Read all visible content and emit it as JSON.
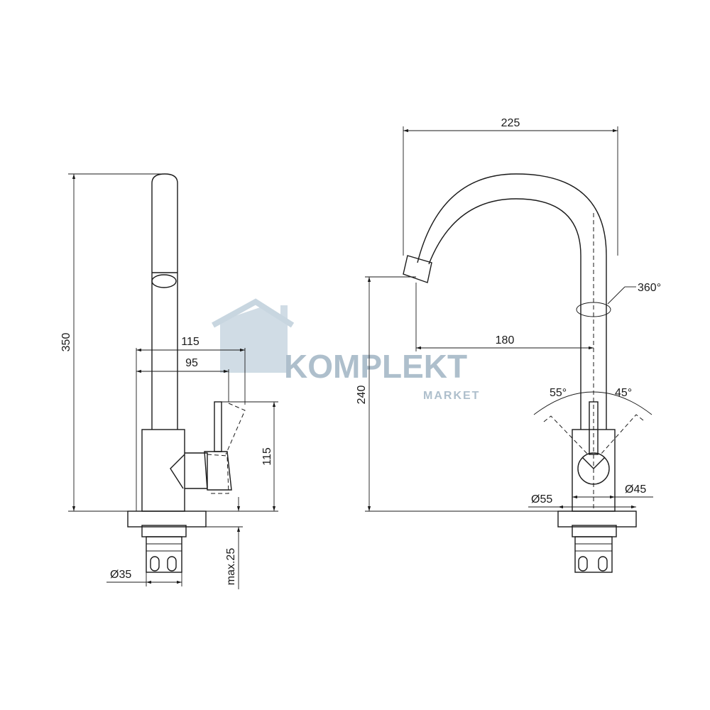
{
  "dimensions": {
    "height_total": "350",
    "lever_reach": "115",
    "body_reach": "95",
    "lever_height": "115",
    "mount_diameter": "Ø35",
    "max_thickness": "max.25",
    "spout_width": "225",
    "spout_reach": "180",
    "spout_height": "240",
    "rotation": "360°",
    "angle_left": "55°",
    "angle_right": "45°",
    "base_diameter": "Ø55",
    "body_diameter": "Ø45"
  },
  "watermark": {
    "brand": "KOMPLEKT",
    "sub": "MARKET"
  },
  "colors": {
    "line": "#1a1a1a",
    "watermark": "#aebfcc"
  }
}
